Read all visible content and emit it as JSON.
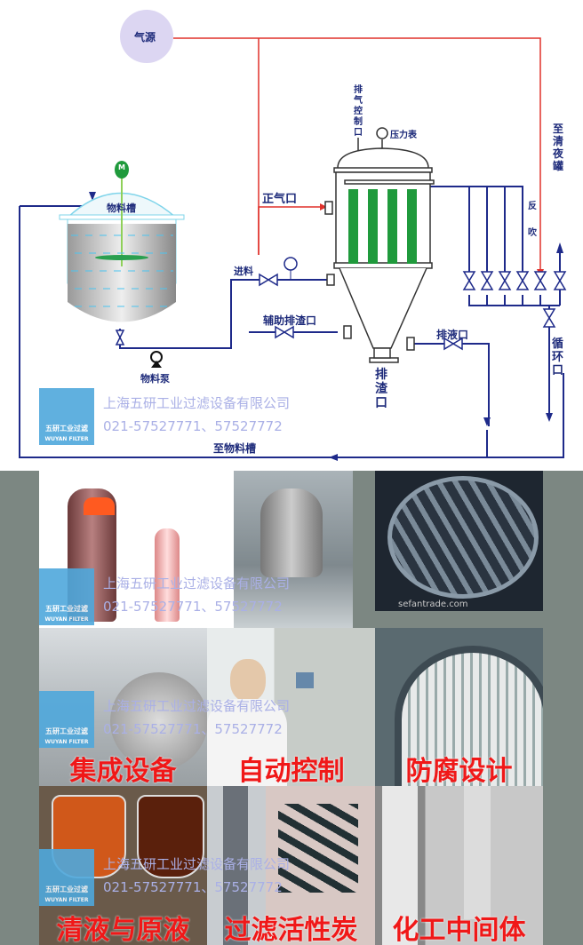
{
  "diagram": {
    "gas_source": "气源",
    "material_tank": "物料槽",
    "motor": "M",
    "pump": "物料泵",
    "feed": "进料",
    "positive_air_inlet": "正气口",
    "exhaust_control": "排气控制口",
    "pressure_gauge": "压力表",
    "to_clear_tank": "至清夜罐",
    "backflush": "反吹",
    "aux_slag_outlet": "辅助排渣口",
    "liquid_outlet": "排液口",
    "slag_outlet": "排渣口",
    "circulation_outlet": "循环口",
    "to_material_tank": "至物料槽"
  },
  "watermark": {
    "logo_cn": "五研工业过滤",
    "logo_en": "WUYAN FILTER",
    "company": "上海五研工业过滤设备有限公司",
    "phone": "021-57527771、57527772"
  },
  "photos": {
    "captions": [
      "集成设备",
      "自动控制",
      "防腐设计",
      "清液与原液",
      "过滤活性炭",
      "化工中间体"
    ],
    "site_watermark": "sefantrade.com"
  },
  "colors": {
    "air_line": "#e0302a",
    "pipe": "#1e2a8a",
    "filter_tube": "#1f9a3c",
    "caption": "#f01818"
  }
}
